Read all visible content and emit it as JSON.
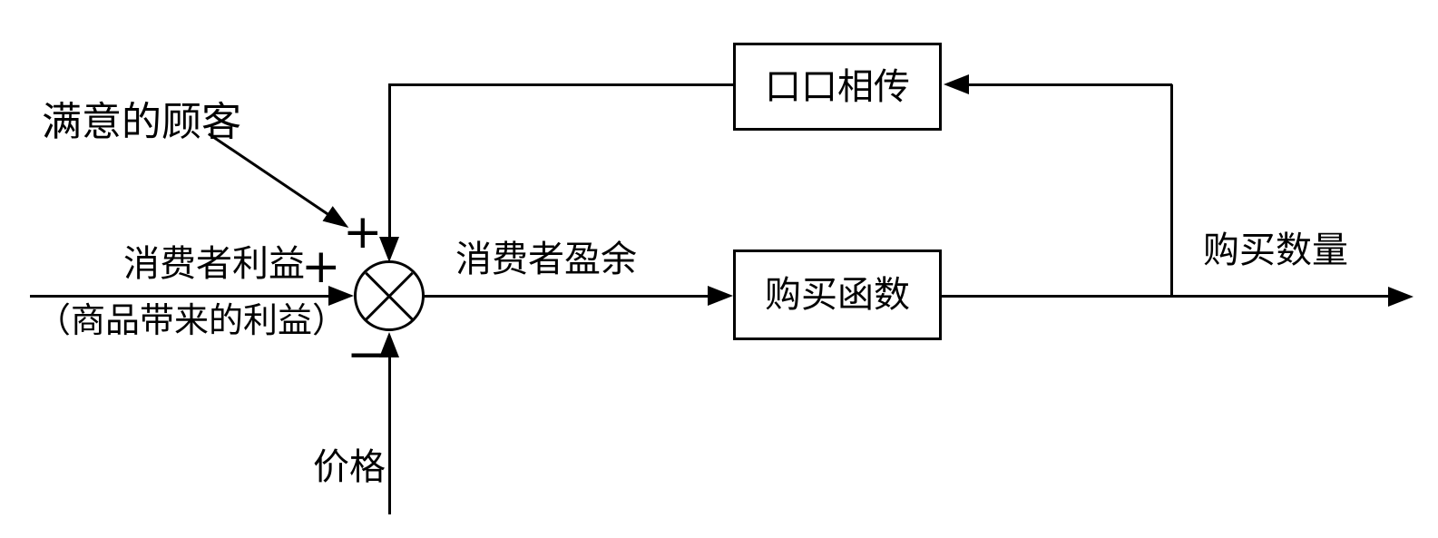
{
  "diagram": {
    "title": "consumer purchase feedback loop",
    "background_color": "#ffffff",
    "line_color": "#000000",
    "labels": {
      "satisfied_customers": "满意的顾客",
      "consumer_benefit": "消费者利益",
      "consumer_benefit_note": "（商品带来的利益）",
      "consumer_surplus": "消费者盈余",
      "purchase_quantity": "购买数量",
      "price": "价格"
    },
    "signs": {
      "feedback_plus": "+",
      "input_plus": "+",
      "price_minus": "−"
    },
    "boxes": {
      "word_of_mouth": "口口相传",
      "purchase_function": "购买函数"
    }
  }
}
